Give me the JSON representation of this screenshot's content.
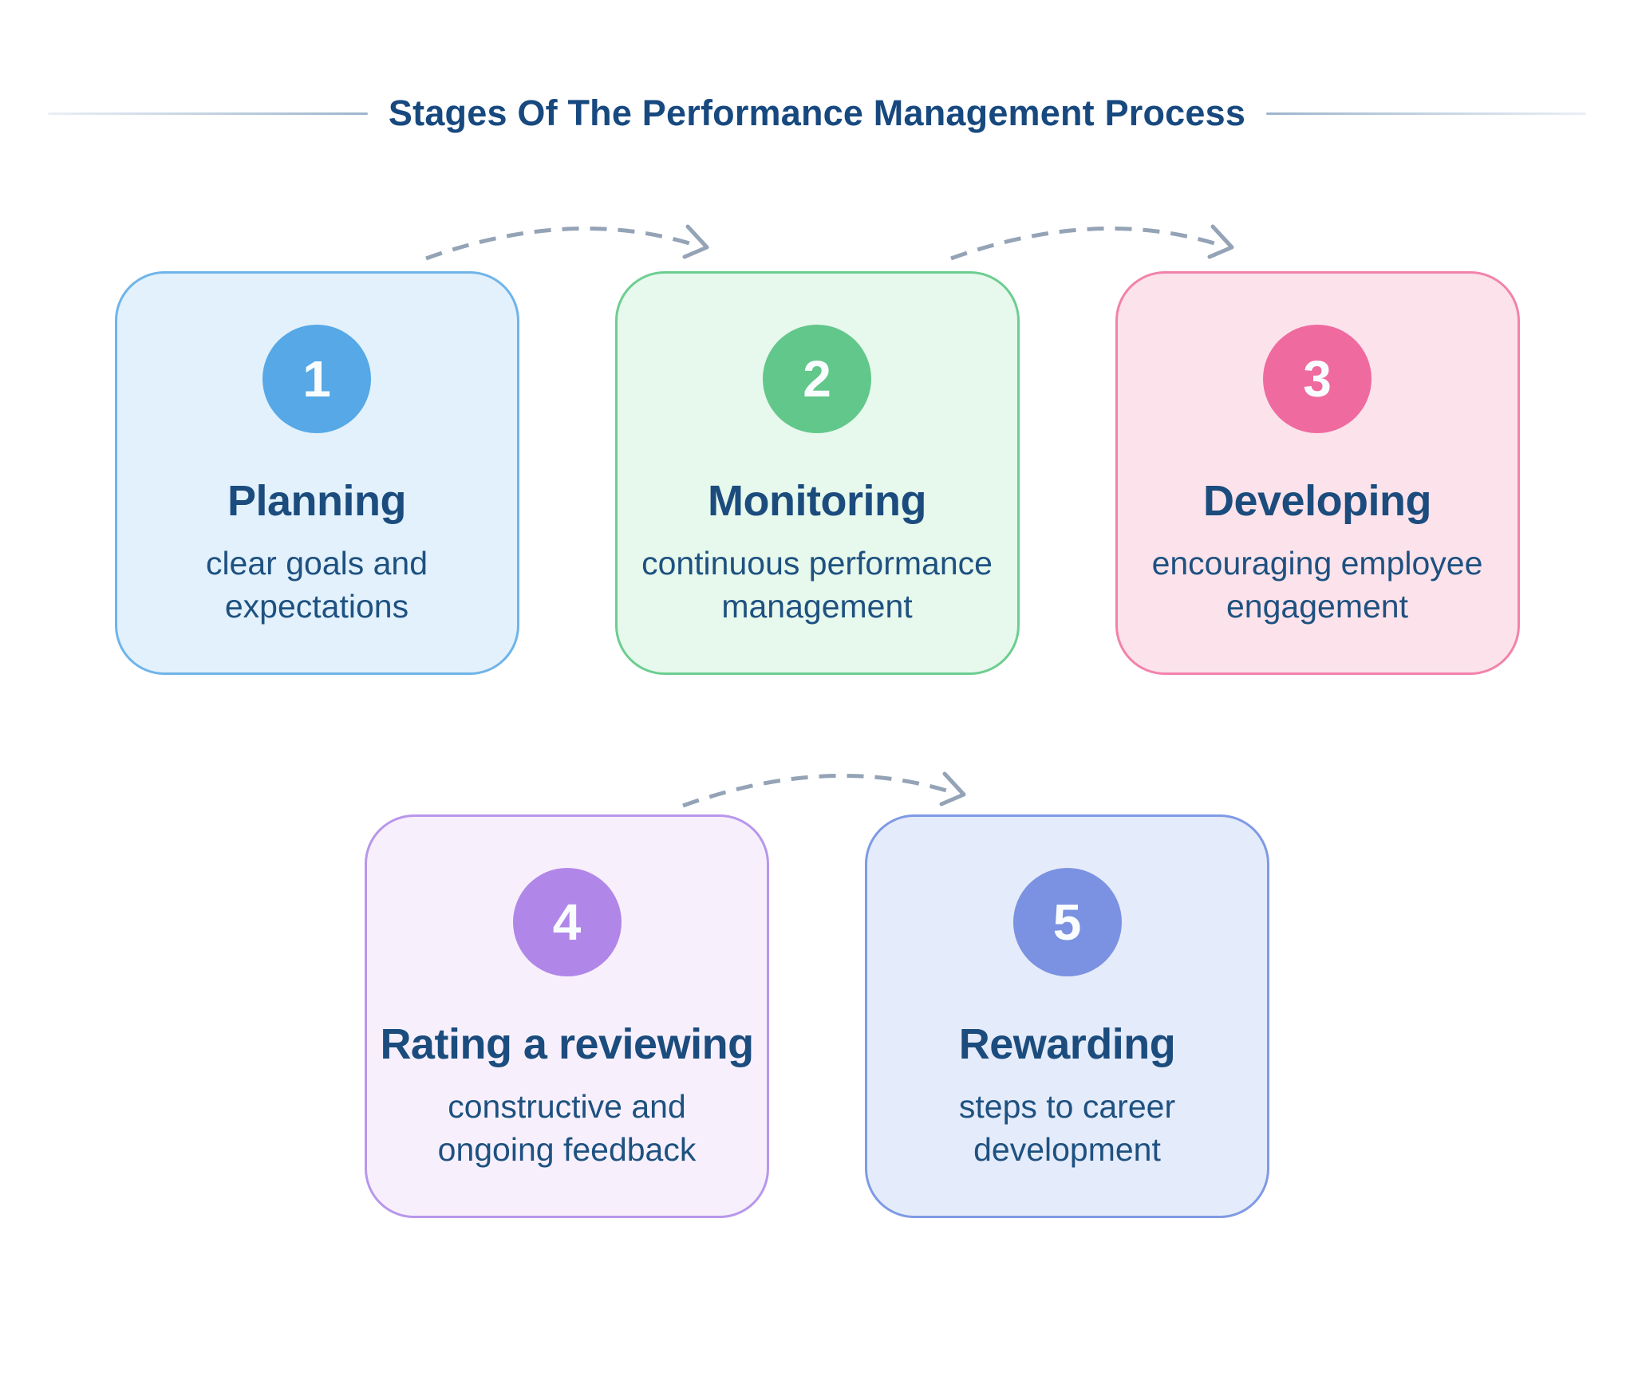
{
  "header": {
    "title": "Stages Of The Performance Management Process"
  },
  "connector": {
    "color": "#94A3B6"
  },
  "stages": [
    {
      "number": "1",
      "title": "Planning",
      "description": "clear goals and\nexpectations",
      "colors": {
        "accent": "#56A8E6",
        "border": "#6FB4EA",
        "background": "#E2F1FC"
      }
    },
    {
      "number": "2",
      "title": "Monitoring",
      "description": "continuous performance\nmanagement",
      "colors": {
        "accent": "#62C78A",
        "border": "#6CCE90",
        "background": "#E7F8ED"
      }
    },
    {
      "number": "3",
      "title": "Developing",
      "description": "encouraging employee\nengagement",
      "colors": {
        "accent": "#EF6A9F",
        "border": "#F282AB",
        "background": "#FCE3EB"
      }
    },
    {
      "number": "4",
      "title": "Rating a reviewing",
      "description": "constructive and\nongoing feedback",
      "colors": {
        "accent": "#B087E8",
        "border": "#B897EB",
        "background": "#F7F0FC"
      }
    },
    {
      "number": "5",
      "title": "Rewarding",
      "description": "steps to career\ndevelopment",
      "colors": {
        "accent": "#7B91E1",
        "border": "#7F9AE5",
        "background": "#E4EBFA"
      }
    }
  ]
}
